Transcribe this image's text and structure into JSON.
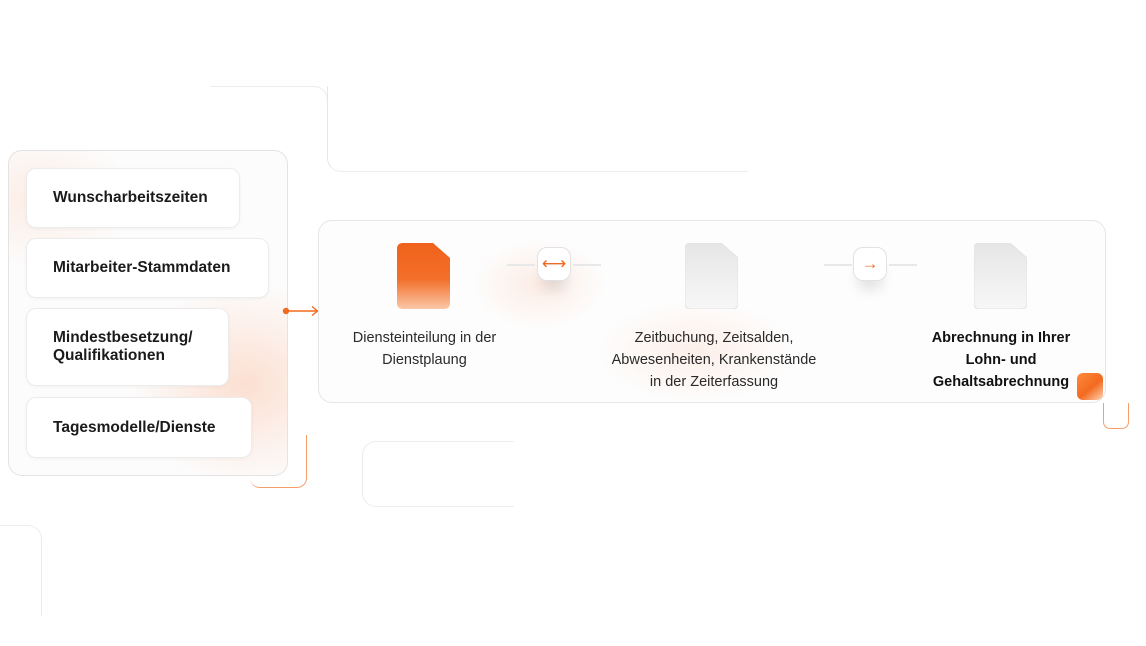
{
  "left_panel": {
    "items": [
      {
        "label": "Wunscharbeitszeiten"
      },
      {
        "label": "Mitarbeiter-Stammdaten"
      },
      {
        "label": "Mindestbesetzung/\nQualifikationen"
      },
      {
        "label": "Tagesmodelle/Dienste"
      }
    ]
  },
  "flow": {
    "steps": [
      {
        "label": "Diensteinteilung in der\nDienstplaung",
        "icon": "document-icon-orange"
      },
      {
        "label": "Zeitbuchung, Zeitsalden,\nAbwesenheiten, Krankenstände\nin der Zeiterfassung",
        "icon": "document-icon-grey"
      },
      {
        "label": "Abrechnung in Ihrer\nLohn- und\nGehaltsabrechnung",
        "icon": "document-icon-grey"
      }
    ],
    "arrows": [
      {
        "symbol": "⟷",
        "icon": "bidirectional-arrow-icon"
      },
      {
        "symbol": "→",
        "icon": "right-arrow-icon"
      }
    ]
  },
  "colors": {
    "accent": "#f26a1f",
    "accent_light": "#f5a06a",
    "border": "#e6e6e6",
    "doc_grey": "#ebebeb"
  }
}
